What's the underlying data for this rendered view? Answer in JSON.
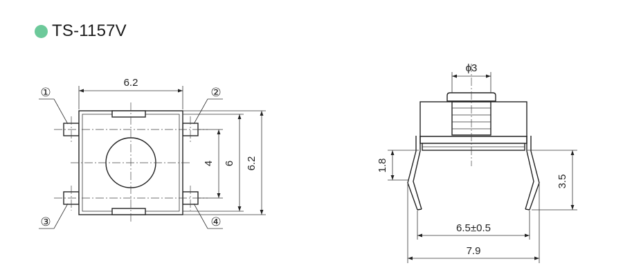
{
  "title": "TS-1157V",
  "accent_color": "#6cc99a",
  "top_view": {
    "dim_width": "6.2",
    "dim_pin_spacing": "4",
    "dim_body": "6",
    "dim_height_overall": "6.2",
    "pins": [
      "①",
      "②",
      "③",
      "④"
    ]
  },
  "side_view": {
    "dim_plunger": "ϕ3",
    "dim_standoff": "1.8",
    "dim_lead_height": "3.5",
    "dim_lead_span": "6.5±0.5",
    "dim_overall": "7.9"
  }
}
